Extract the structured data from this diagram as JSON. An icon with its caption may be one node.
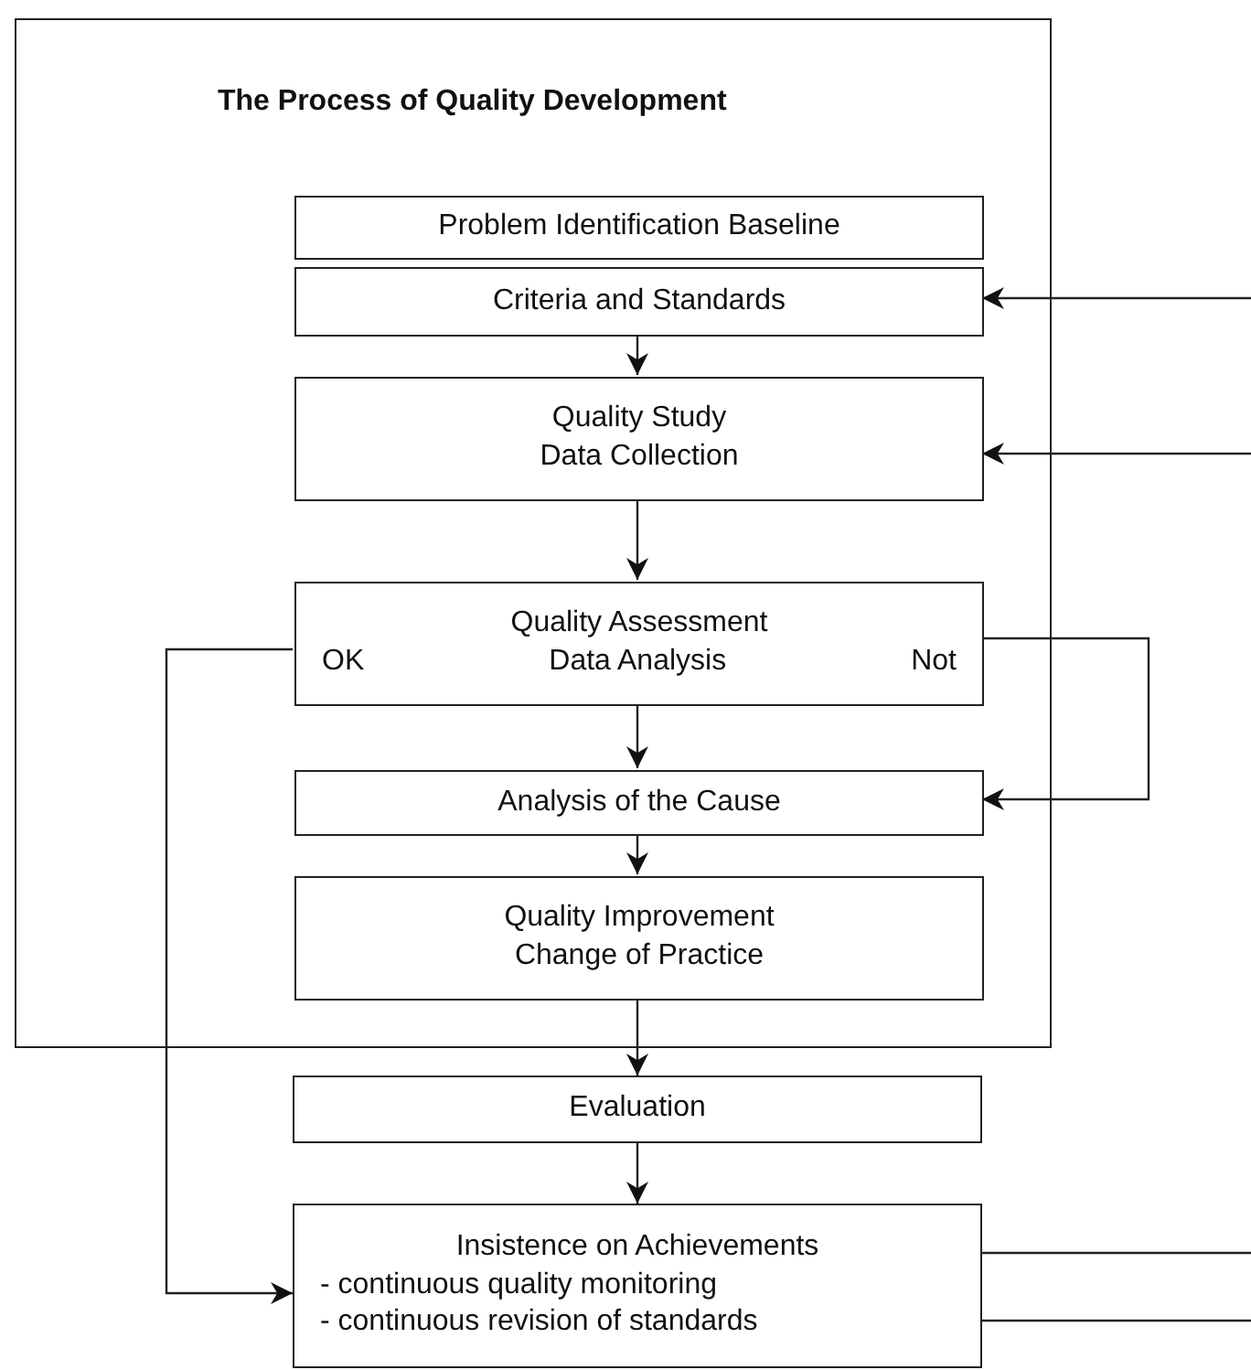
{
  "diagram": {
    "nodes": [
      {
        "text": [
          "The Process of Quality Development"
        ]
      },
      {
        "text": [
          "Problem Identification Baseline"
        ],
        "in": 0
      },
      {
        "text": [
          "Criteria and Standards"
        ],
        "in": 0
      },
      {
        "text": [
          "Quality Study Data Collection"
        ],
        "in": 0
      },
      {
        "text": [
          "Quality Assessment",
          "OK",
          "Data Analysis",
          "Not"
        ],
        "in": 0
      },
      {
        "text": [
          "Analysis of the Cause"
        ],
        "in": 0
      },
      {
        "text": [
          "Quality Improvement Change of Practice"
        ],
        "in": 0
      },
      {
        "text": [
          "Evaluation"
        ]
      },
      {
        "text": [
          "Insistence on Achievements",
          "- continuous quality monitoring",
          "- continuous revision of standards"
        ]
      }
    ],
    "edges": [
      {
        "from": 2,
        "to": 3,
        "arrow": "to"
      },
      {
        "from": 3,
        "to": 4,
        "arrow": "to"
      },
      {
        "from": 4,
        "to": 5,
        "arrow": "to"
      },
      {
        "from": 5,
        "to": 6,
        "arrow": "to"
      },
      {
        "from": 6,
        "to": 7,
        "arrow": "to"
      },
      {
        "from": 7,
        "to": 8,
        "arrow": "to"
      },
      {
        "from": 4,
        "to": 5,
        "arrow": "to"
      },
      {
        "from": 4,
        "to": 8,
        "arrow": "to"
      },
      {
        "from": null,
        "to": 2,
        "arrow": "to"
      },
      {
        "from": null,
        "to": 3,
        "arrow": "to"
      },
      {
        "from": 8,
        "to": null,
        "arrow": "none"
      },
      {
        "from": 8,
        "to": null,
        "arrow": "none"
      }
    ]
  }
}
